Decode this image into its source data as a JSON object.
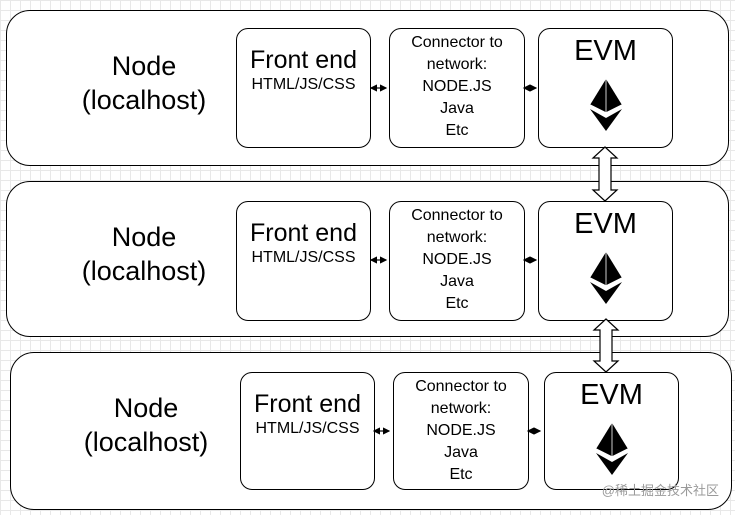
{
  "nodes": [
    {
      "node_label": "Node",
      "node_sub": "(localhost)",
      "frontend_title": "Front end",
      "frontend_tech": "HTML/JS/CSS",
      "connector_lines": [
        "Connector to",
        "network:",
        "NODE.JS",
        "Java",
        "Etc"
      ],
      "evm_label": "EVM",
      "evm_icon": "ethereum-icon"
    },
    {
      "node_label": "Node",
      "node_sub": "(localhost)",
      "frontend_title": "Front end",
      "frontend_tech": "HTML/JS/CSS",
      "connector_lines": [
        "Connector to",
        "network:",
        "NODE.JS",
        "Java",
        "Etc"
      ],
      "evm_label": "EVM",
      "evm_icon": "ethereum-icon"
    },
    {
      "node_label": "Node",
      "node_sub": "(localhost)",
      "frontend_title": "Front end",
      "frontend_tech": "HTML/JS/CSS",
      "connector_lines": [
        "Connector to",
        "network:",
        "NODE.JS",
        "Java",
        "Etc"
      ],
      "evm_label": "EVM",
      "evm_icon": "ethereum-icon"
    }
  ],
  "watermark": "@稀土掘金技术社区"
}
